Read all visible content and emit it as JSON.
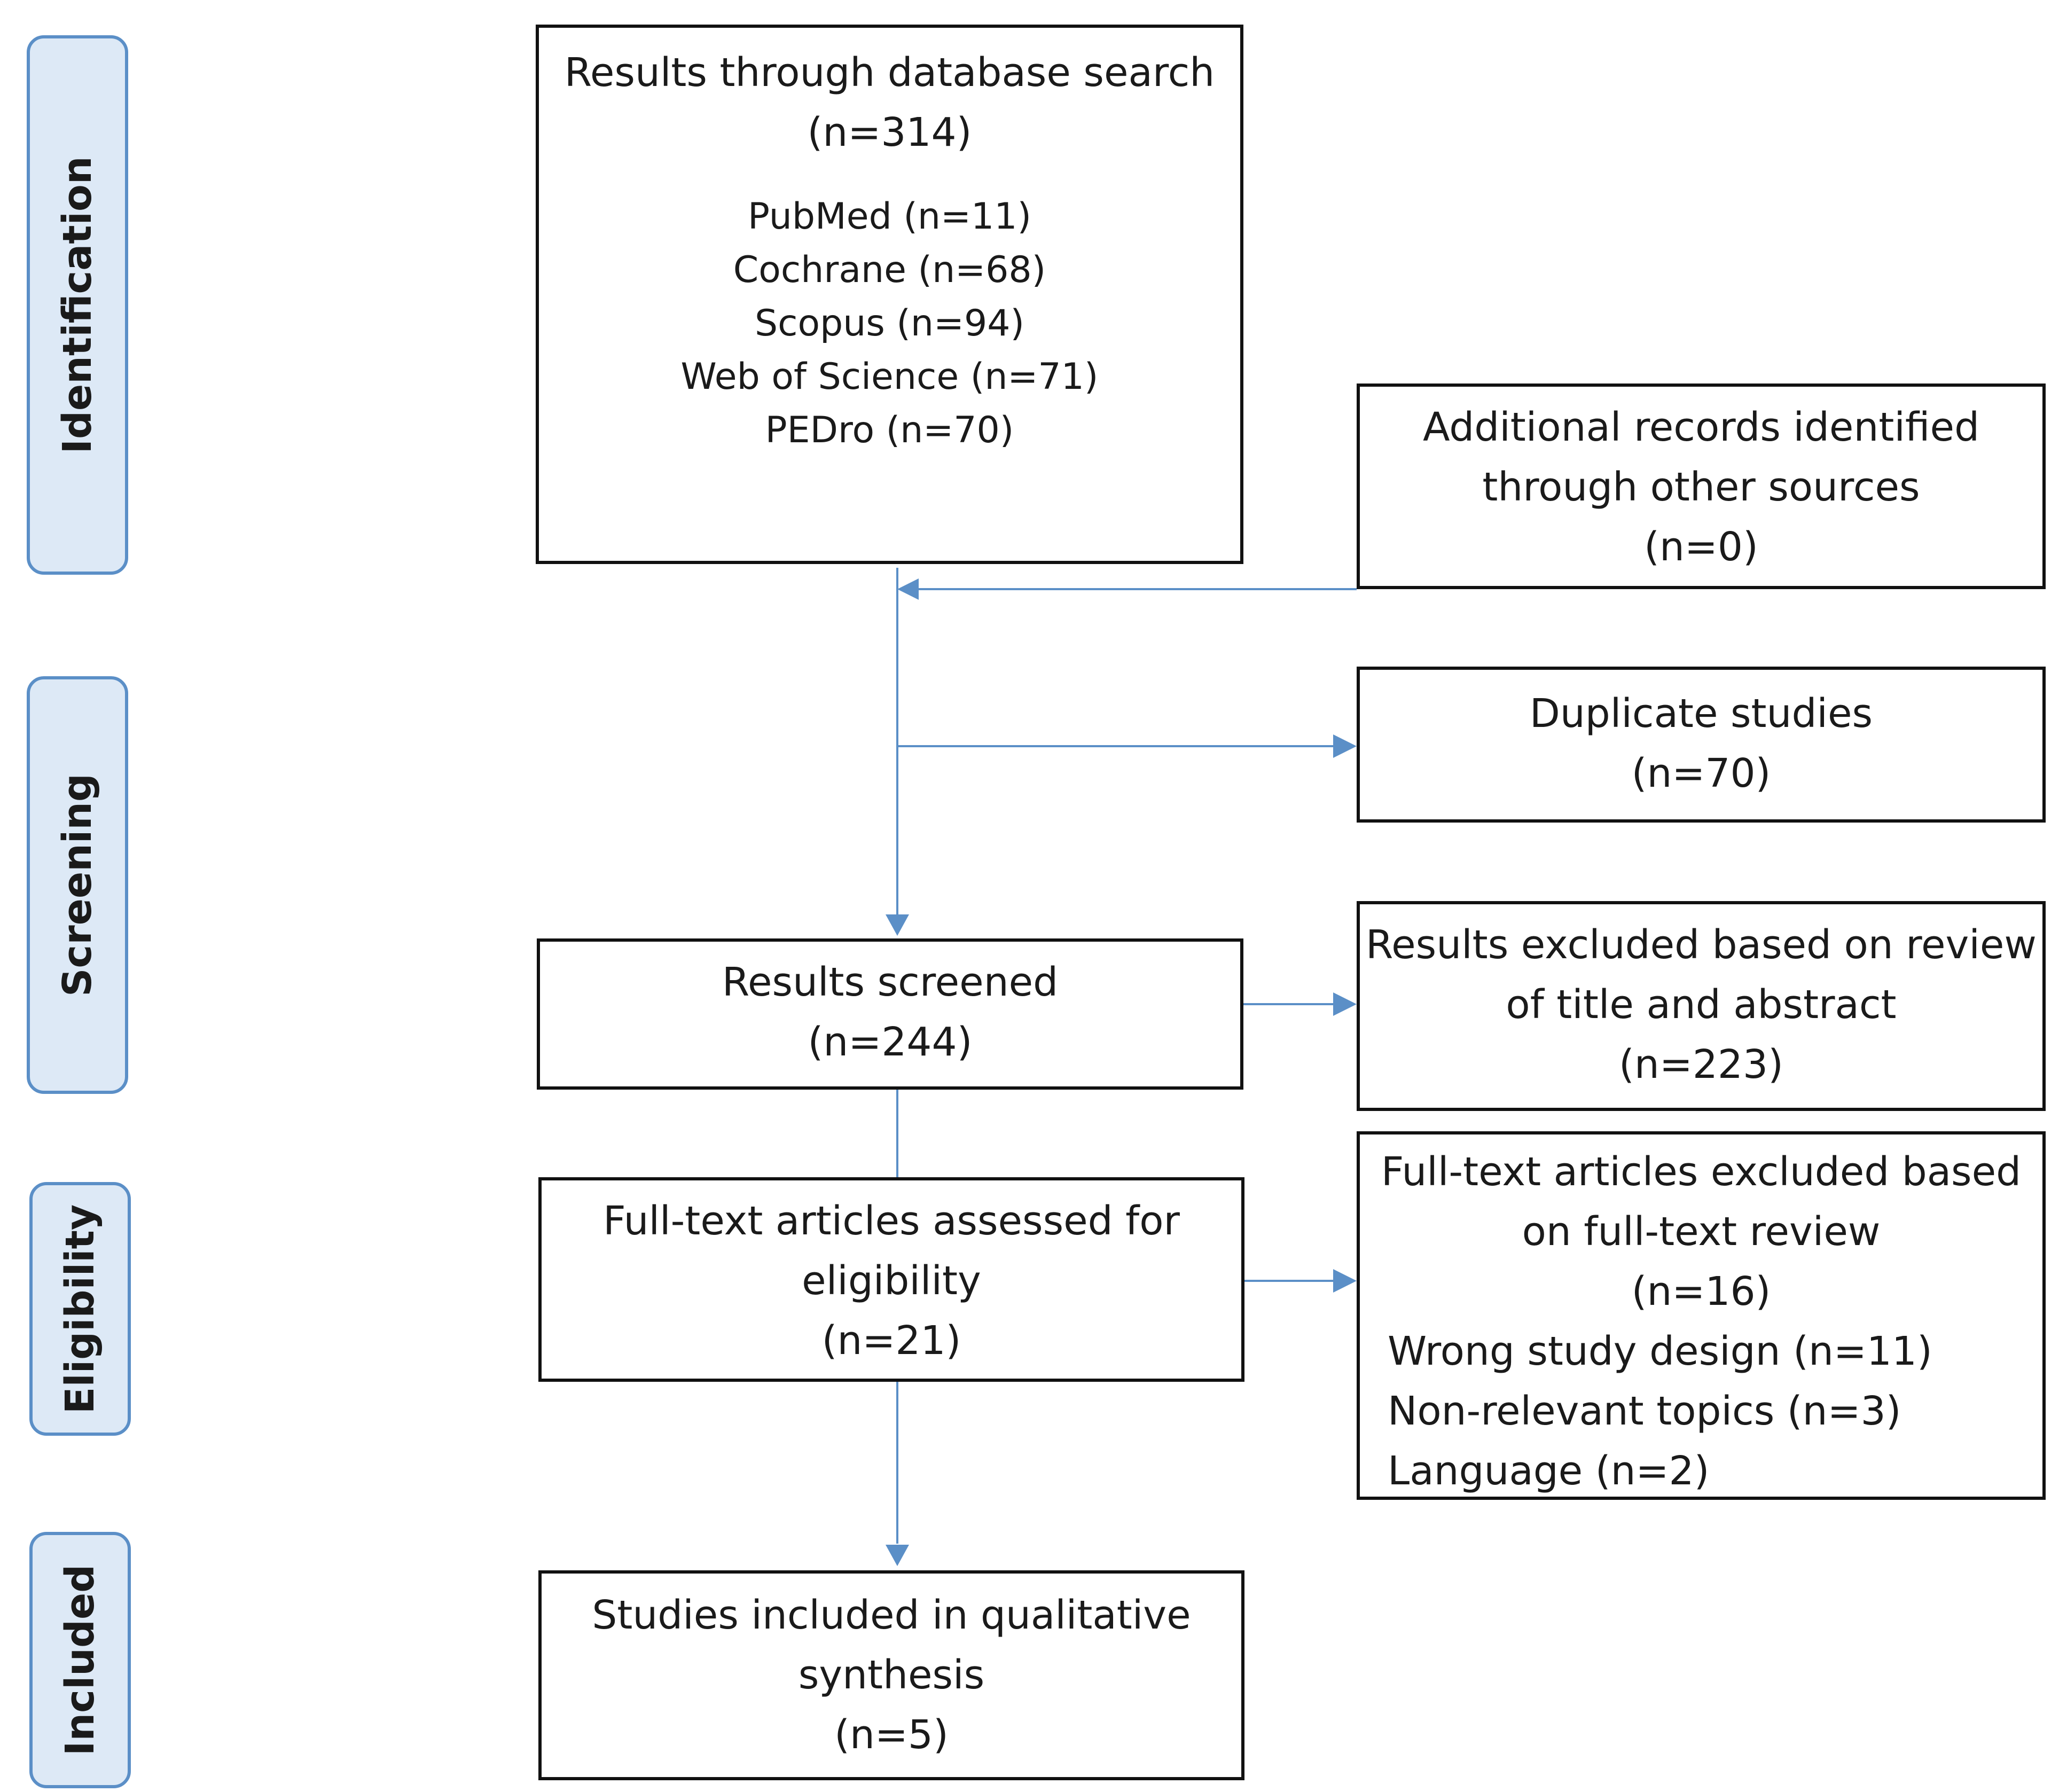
{
  "stages": {
    "identification": "Identification",
    "screening": "Screening",
    "eligibility": "Eligibility",
    "included": "Included"
  },
  "db_search": {
    "title": "Results through database search",
    "count": "(n=314)",
    "sources": [
      "PubMed (n=11)",
      "Cochrane (n=68)",
      "Scopus (n=94)",
      "Web of Science (n=71)",
      "PEDro (n=70)"
    ]
  },
  "additional": {
    "lines": [
      "Additional records identified",
      "through other sources"
    ],
    "count": "(n=0)"
  },
  "duplicates": {
    "title": "Duplicate studies",
    "count": "(n=70)"
  },
  "screened": {
    "title": "Results screened",
    "count": "(n=244)"
  },
  "excluded_title": {
    "lines": [
      "Results excluded based on review",
      "of title and abstract"
    ],
    "count": "(n=223)"
  },
  "fulltext": {
    "lines": [
      "Full-text articles assessed for",
      "eligibility"
    ],
    "count": "(n=21)"
  },
  "excluded_fulltext": {
    "lines": [
      "Full-text articles excluded based",
      "on full-text review"
    ],
    "count": "(n=16)",
    "reasons": [
      "Wrong study design (n=11)",
      "Non-relevant topics (n=3)",
      "Language (n=2)"
    ]
  },
  "included_box": {
    "lines": [
      "Studies included in qualitative",
      "synthesis"
    ],
    "count": "(n=5)"
  },
  "colors": {
    "stage_fill": "#dde9f6",
    "stage_border": "#5b8fc7",
    "arrow": "#5b8fc7",
    "box_border": "#111111"
  }
}
